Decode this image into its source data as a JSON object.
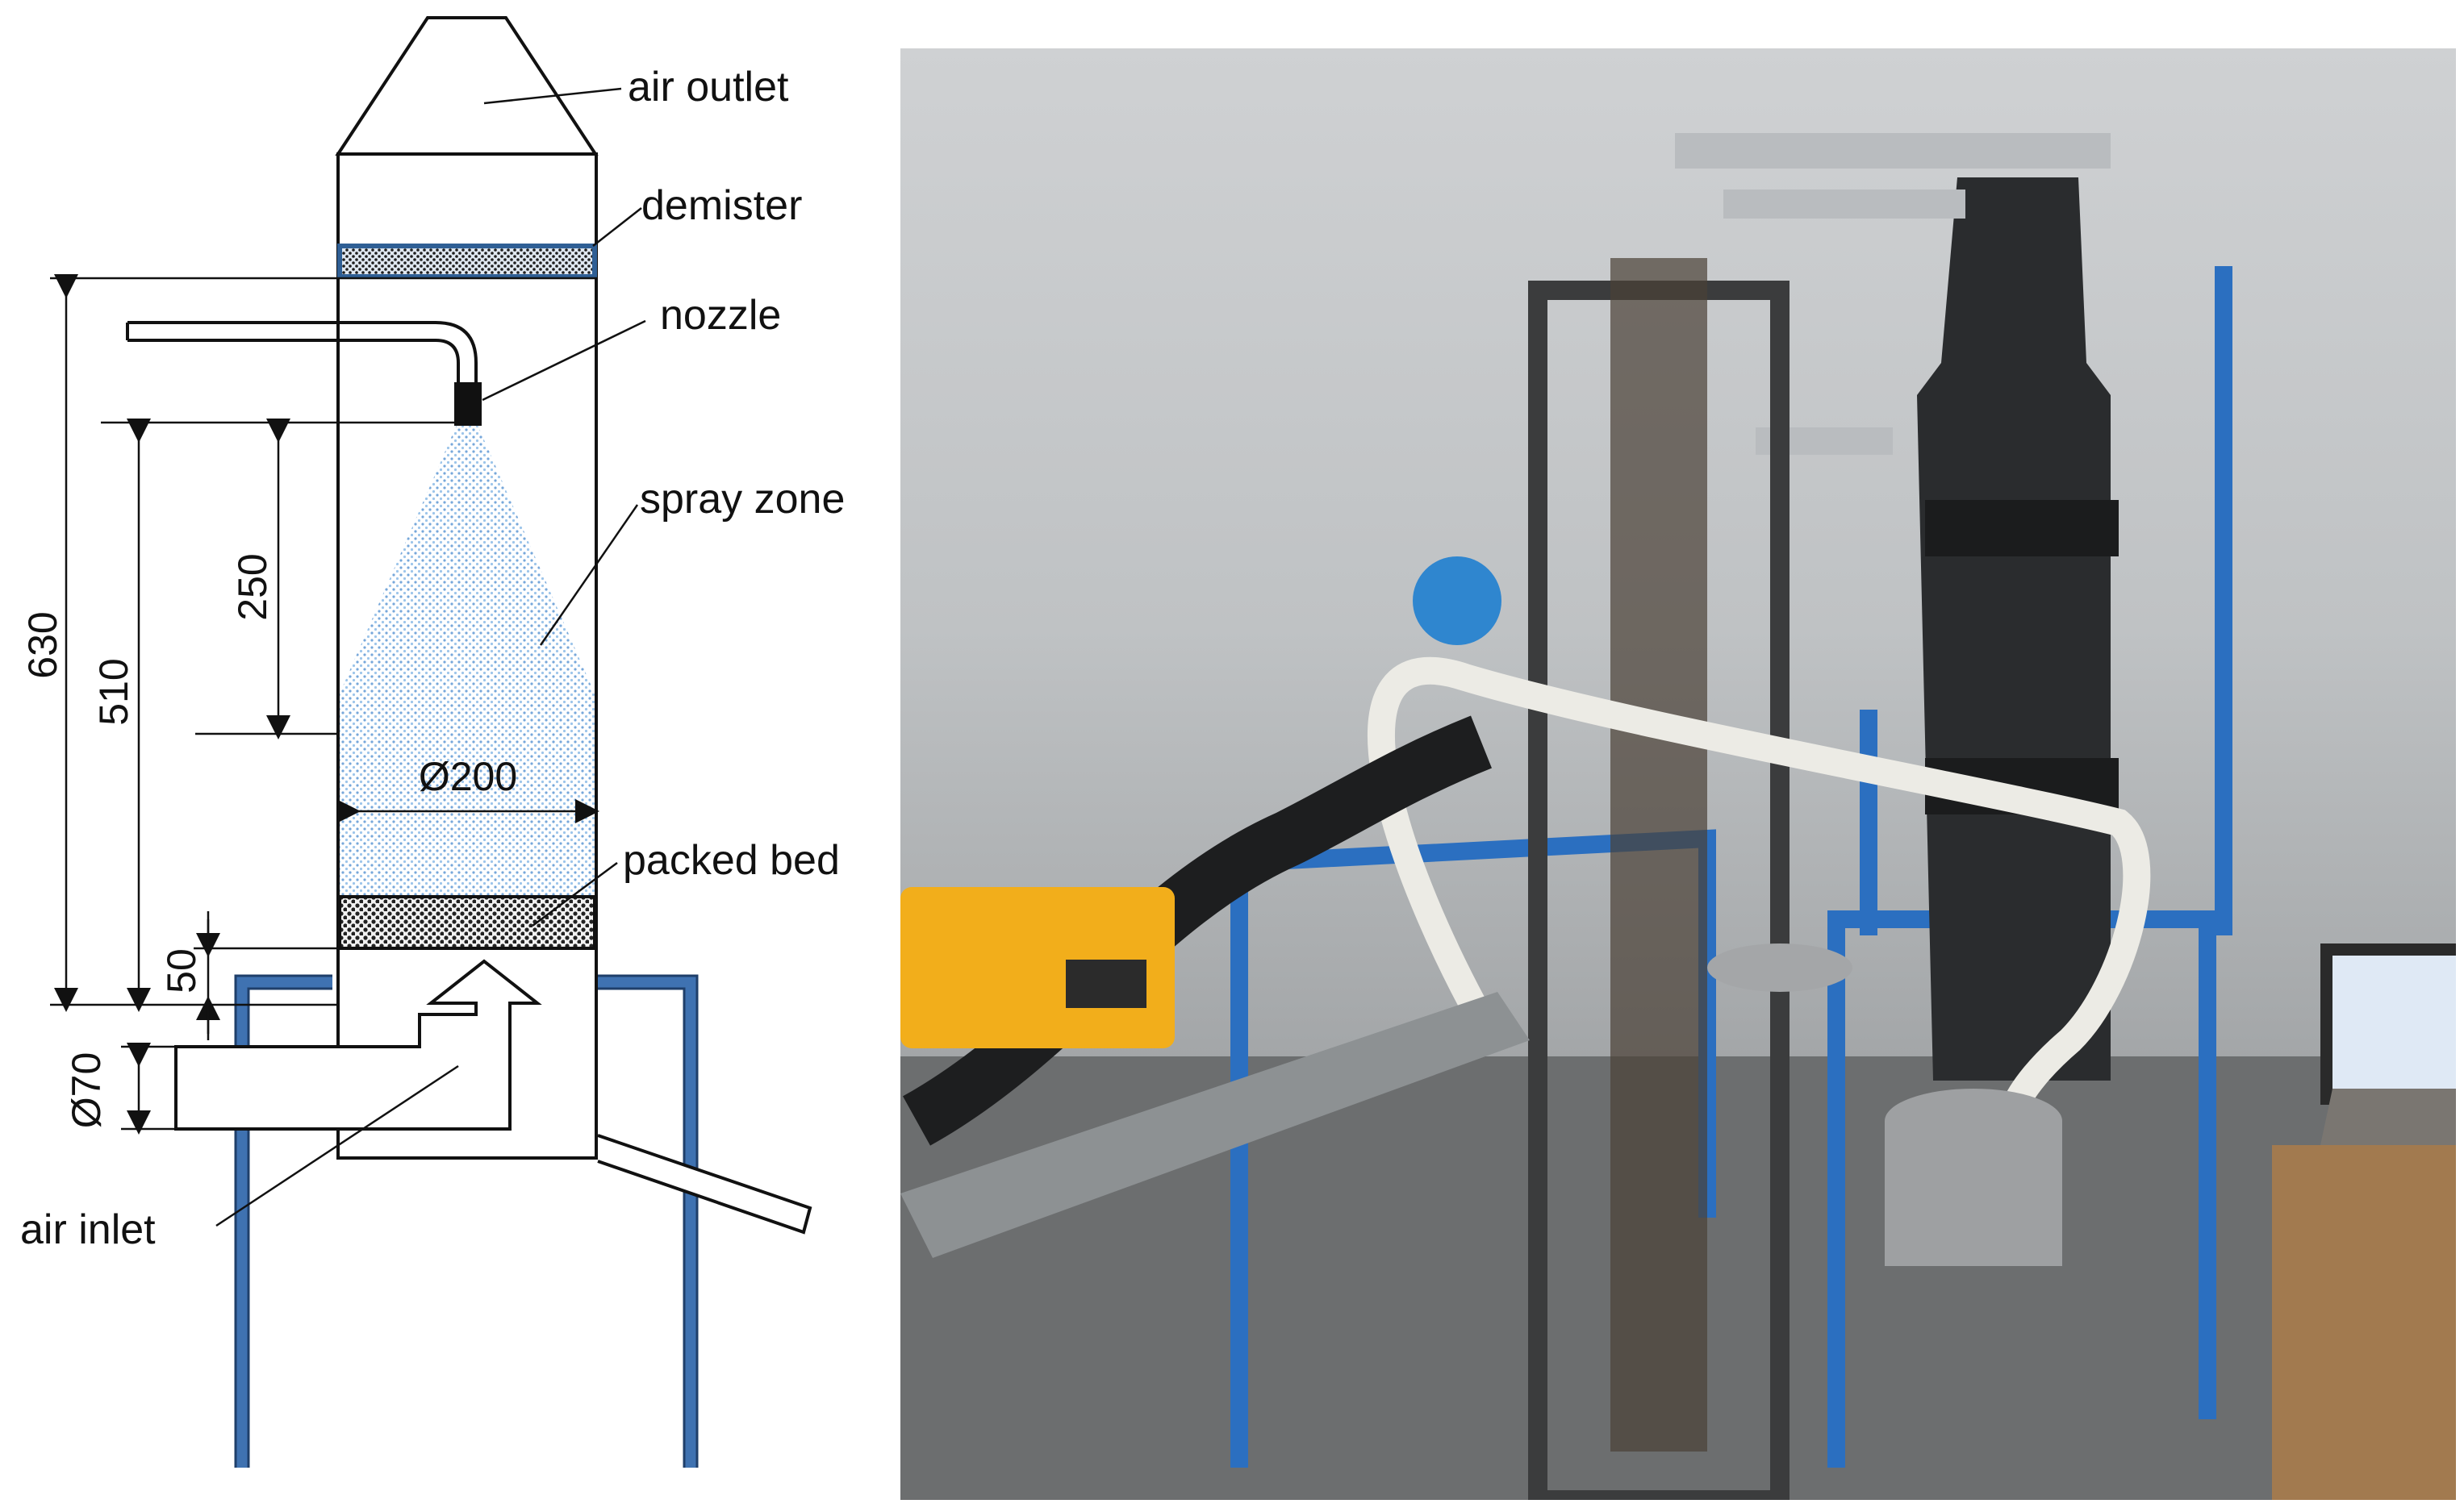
{
  "labels": {
    "air_outlet": "air outlet",
    "demister": "demister",
    "nozzle": "nozzle",
    "spray_zone": "spray zone",
    "packed_bed": "packed bed",
    "air_inlet": "air inlet"
  },
  "dimensions": {
    "h630": "630",
    "h510": "510",
    "h250": "250",
    "h50": "50",
    "d200": "Ø200",
    "d70": "Ø70"
  },
  "colors": {
    "frame_blue": "#3f72b1",
    "spray_blue": "#7fb3e3",
    "demister_blue": "#2f5f95"
  }
}
